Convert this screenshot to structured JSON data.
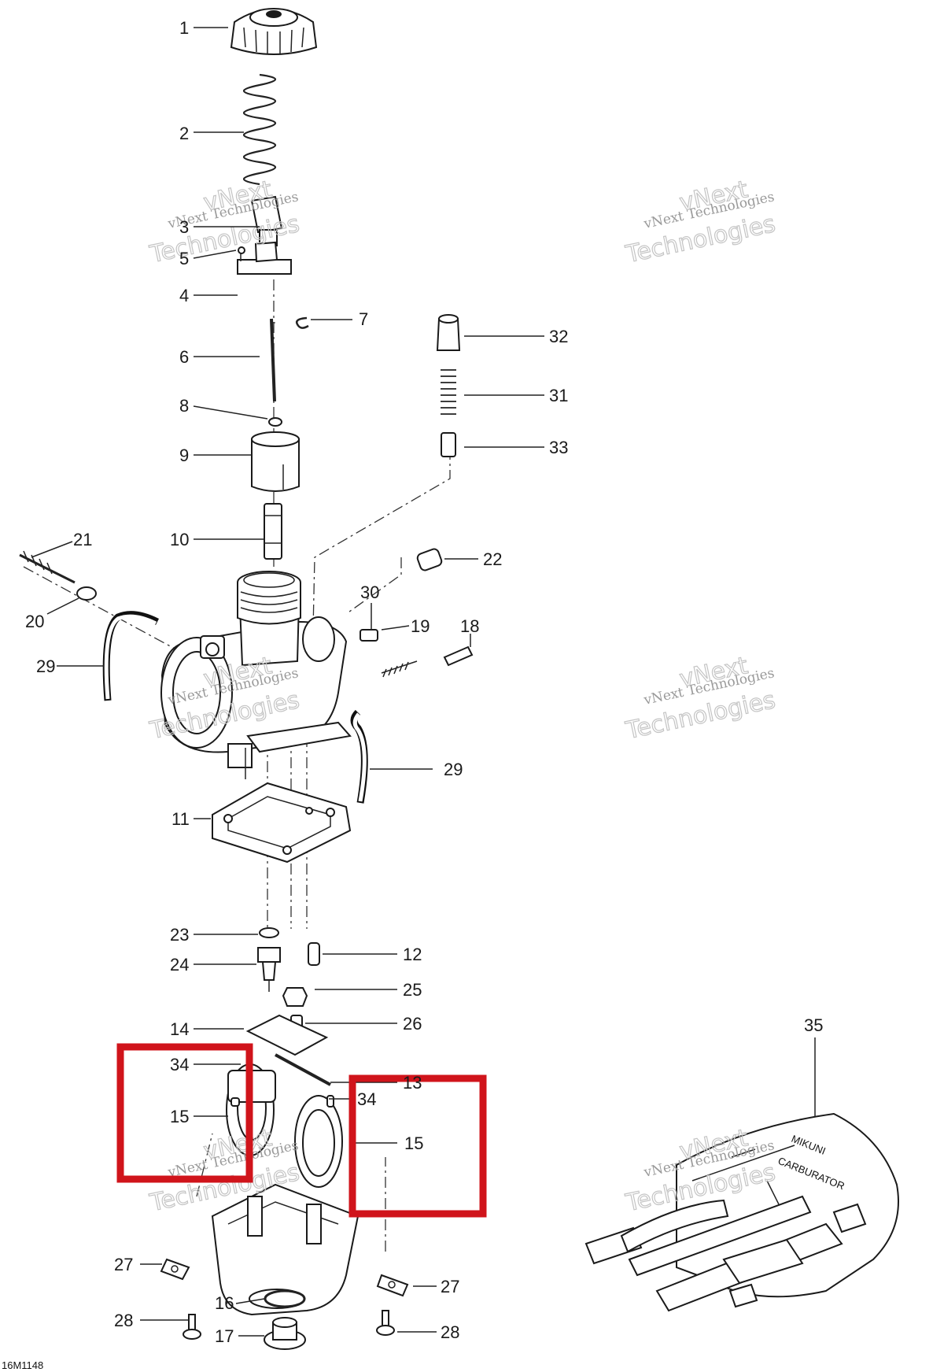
{
  "diagram": {
    "figure_code": "16M1148",
    "watermark": {
      "line1": "vNext Technologies",
      "line2": "Technologies",
      "small": "vNext"
    },
    "callouts": [
      {
        "id": "c1",
        "label": "1"
      },
      {
        "id": "c2",
        "label": "2"
      },
      {
        "id": "c3",
        "label": "3"
      },
      {
        "id": "c5",
        "label": "5"
      },
      {
        "id": "c4",
        "label": "4"
      },
      {
        "id": "c7",
        "label": "7"
      },
      {
        "id": "c6",
        "label": "6"
      },
      {
        "id": "c8",
        "label": "8"
      },
      {
        "id": "c9",
        "label": "9"
      },
      {
        "id": "c10",
        "label": "10"
      },
      {
        "id": "c32",
        "label": "32"
      },
      {
        "id": "c31",
        "label": "31"
      },
      {
        "id": "c33",
        "label": "33"
      },
      {
        "id": "c21",
        "label": "21"
      },
      {
        "id": "c22",
        "label": "22"
      },
      {
        "id": "c30",
        "label": "30"
      },
      {
        "id": "c19",
        "label": "19"
      },
      {
        "id": "c18",
        "label": "18"
      },
      {
        "id": "c20",
        "label": "20"
      },
      {
        "id": "c29a",
        "label": "29"
      },
      {
        "id": "c29b",
        "label": "29"
      },
      {
        "id": "c11",
        "label": "11"
      },
      {
        "id": "c23",
        "label": "23"
      },
      {
        "id": "c24",
        "label": "24"
      },
      {
        "id": "c12",
        "label": "12"
      },
      {
        "id": "c25",
        "label": "25"
      },
      {
        "id": "c14",
        "label": "14"
      },
      {
        "id": "c26",
        "label": "26"
      },
      {
        "id": "c13",
        "label": "13"
      },
      {
        "id": "c34a",
        "label": "34"
      },
      {
        "id": "c34b",
        "label": "34"
      },
      {
        "id": "c15a",
        "label": "15"
      },
      {
        "id": "c15b",
        "label": "15"
      },
      {
        "id": "c35",
        "label": "35"
      },
      {
        "id": "c27a",
        "label": "27"
      },
      {
        "id": "c27b",
        "label": "27"
      },
      {
        "id": "c16",
        "label": "16"
      },
      {
        "id": "c28a",
        "label": "28"
      },
      {
        "id": "c28b",
        "label": "28"
      },
      {
        "id": "c17",
        "label": "17"
      }
    ],
    "tool_kit_text": [
      "MIKUNI",
      "CARBURATOR"
    ],
    "highlight_color": "#d0141b"
  }
}
